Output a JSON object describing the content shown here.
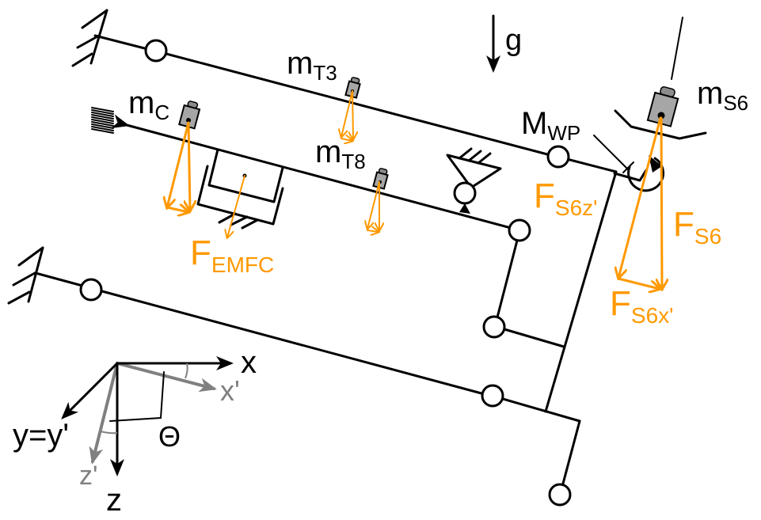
{
  "title": "Balance mechanism force diagram",
  "colors": {
    "structure": "#000000",
    "force": "#ff9900",
    "rotated_frame": "#808080",
    "mass_body": "#a6a6a6"
  },
  "labels": {
    "gravity": "g",
    "mass_c": {
      "main": "m",
      "sub": "C"
    },
    "mass_t3": {
      "main": "m",
      "sub": "T3"
    },
    "mass_t8": {
      "main": "m",
      "sub": "T8"
    },
    "mass_s6": {
      "main": "m",
      "sub": "S6"
    },
    "moment_wp": {
      "main": "M",
      "sub": "WP"
    },
    "force_emfc": {
      "main": "F",
      "sub": "EMFC"
    },
    "force_s6": {
      "main": "F",
      "sub": "S6"
    },
    "force_s6z": {
      "main": "F",
      "sub": "S6z'"
    },
    "force_s6x": {
      "main": "F",
      "sub": "S6x'"
    }
  },
  "frame": {
    "x": "x",
    "x_prime": "x'",
    "y": "y=y'",
    "z": "z",
    "z_prime": "z'",
    "angle": "Θ"
  }
}
